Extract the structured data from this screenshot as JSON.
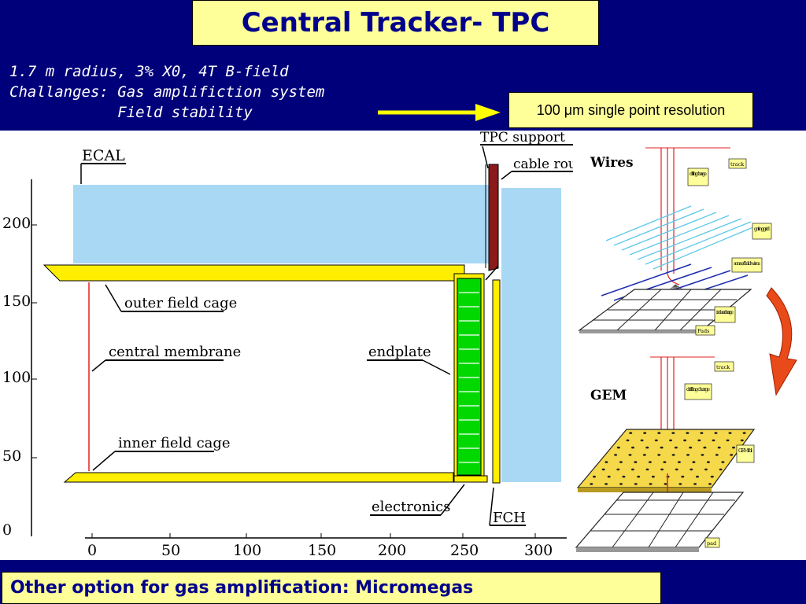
{
  "title": "Central Tracker- TPC",
  "specs": {
    "line1": "1.7 m radius, 3% X0, 4T B-field",
    "line2": "Challanges: Gas amplifiction system",
    "line3": "            Field stability"
  },
  "callout": "100 μm single point resolution",
  "footer": "Other option for gas amplification: Micromegas",
  "diagram": {
    "labels": {
      "ecal": "ECAL",
      "tpc_support": "TPC support",
      "cable_route": "cable rou",
      "outer_field_cage": "outer field cage",
      "central_membrane": "central membrane",
      "endplate": "endplate",
      "inner_field_cage": "inner field cage",
      "electronics": "electronics",
      "fch": "FCH"
    },
    "y_ticks": [
      "200",
      "150",
      "100",
      "50",
      "0"
    ],
    "x_ticks": [
      "0",
      "50",
      "100",
      "150",
      "200",
      "250",
      "300"
    ]
  },
  "side": {
    "wires_title": "Wires",
    "gem_title": "GEM",
    "wires_notes": {
      "track": "track",
      "drifting_charge": "drifting charge",
      "gating_grid": "gating grid",
      "sense_field": "sense/field wires",
      "induce_charge": "induce charge",
      "pads": "Pads"
    },
    "gem_notes": {
      "track": "track",
      "drifting_charge": "drifting charge",
      "gem_foil": "GEM foil",
      "pad": "pad"
    }
  },
  "colors": {
    "background": "#00007a",
    "title_box": "#ffff99",
    "title_text": "#00008b",
    "ecal_fill": "#a9d8f5",
    "field_cage": "#ffee00",
    "endplate": "#00d800",
    "support": "#8b1a1a",
    "arrow": "#ffff00",
    "rotate_arrow": "#e84a1a"
  }
}
